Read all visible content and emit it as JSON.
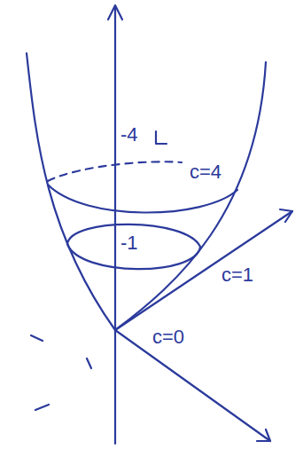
{
  "diagram": {
    "labels": [
      "-4",
      "-1",
      "c=4",
      "c=1",
      "c=0"
    ]
  }
}
